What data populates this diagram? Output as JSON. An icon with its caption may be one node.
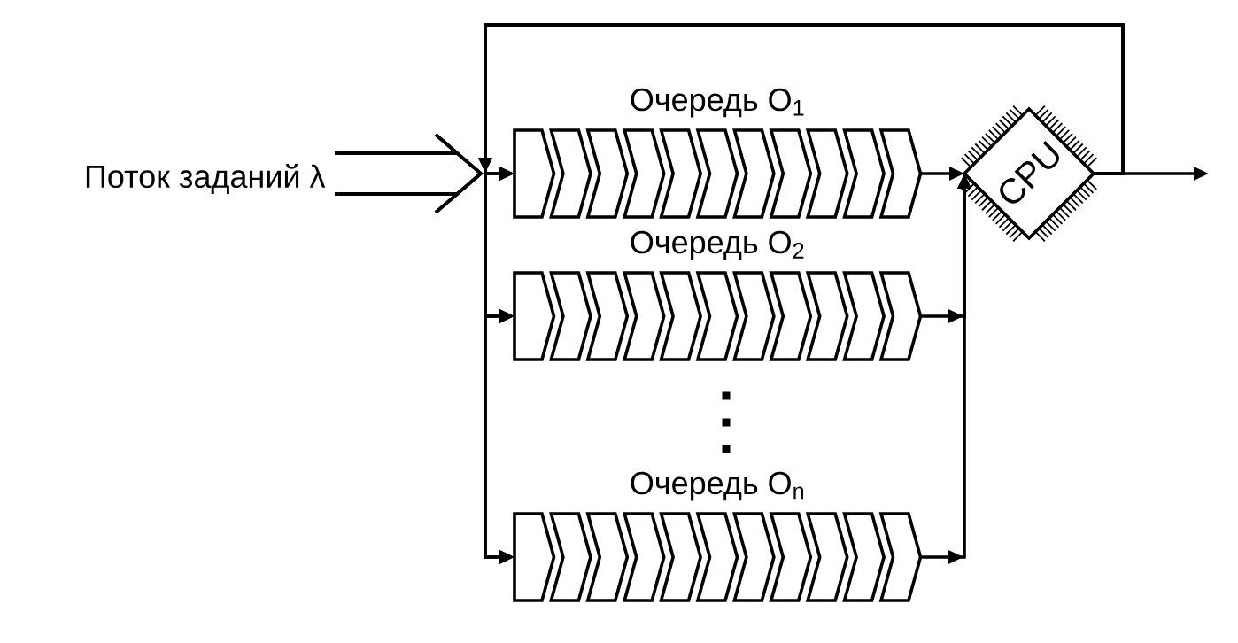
{
  "diagram": {
    "nodes": [
      {
        "text": [
          "Поток заданий λ"
        ]
      },
      {
        "text": [
          "Очередь О$_{1}$"
        ]
      },
      {
        "text": [
          "Очередь О$_{2}$"
        ]
      },
      {
        "text": [
          "Очередь О$_{n}$"
        ]
      },
      {
        "text": [
          "CPU"
        ]
      }
    ],
    "edges": [
      {
        "from": 0,
        "to": 1,
        "arrow": "to"
      },
      {
        "from": 0,
        "to": 2,
        "arrow": "to"
      },
      {
        "from": 0,
        "to": 3,
        "arrow": "to"
      },
      {
        "from": 4,
        "to": 1,
        "arrow": "to"
      },
      {
        "from": 4,
        "to": 2,
        "arrow": "to"
      },
      {
        "from": 4,
        "to": 3,
        "arrow": "to"
      },
      {
        "from": 1,
        "to": 4,
        "arrow": "to"
      },
      {
        "from": 2,
        "to": 4,
        "arrow": "to"
      },
      {
        "from": 3,
        "to": 4,
        "arrow": "to"
      },
      {
        "from": 4,
        "to": null,
        "arrow": "to"
      }
    ]
  }
}
